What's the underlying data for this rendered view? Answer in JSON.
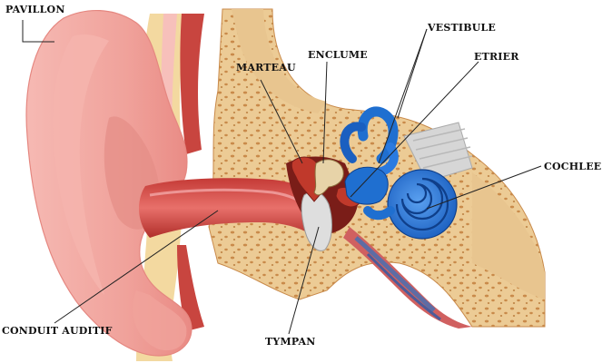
{
  "labels": {
    "pavillon": "PAVILLON",
    "marteau": "MARTEAU",
    "enclume": "ENCLUME",
    "vestibule": "VESTIBULE",
    "etrier": "ETRIER",
    "cochlee": "COCHLEE",
    "conduit_auditif": "CONDUIT AUDITIF",
    "tympan": "TYMPAN"
  },
  "colors": {
    "skin": "#f2a6a6",
    "skin_dark": "#d96a6a",
    "cartilage": "#f3d9a0",
    "bone": "#e8c58f",
    "bone_spots": "#c98a4a",
    "canal": "#d9534f",
    "canal_dark": "#a8302c",
    "ossicle": "#c0392b",
    "labyrinth": "#1f6fd0",
    "labyrinth_dark": "#0f3f8a",
    "tympanum": "#d8d8d8",
    "nerve": "#cfcfcf",
    "leader_line": "#222222"
  }
}
